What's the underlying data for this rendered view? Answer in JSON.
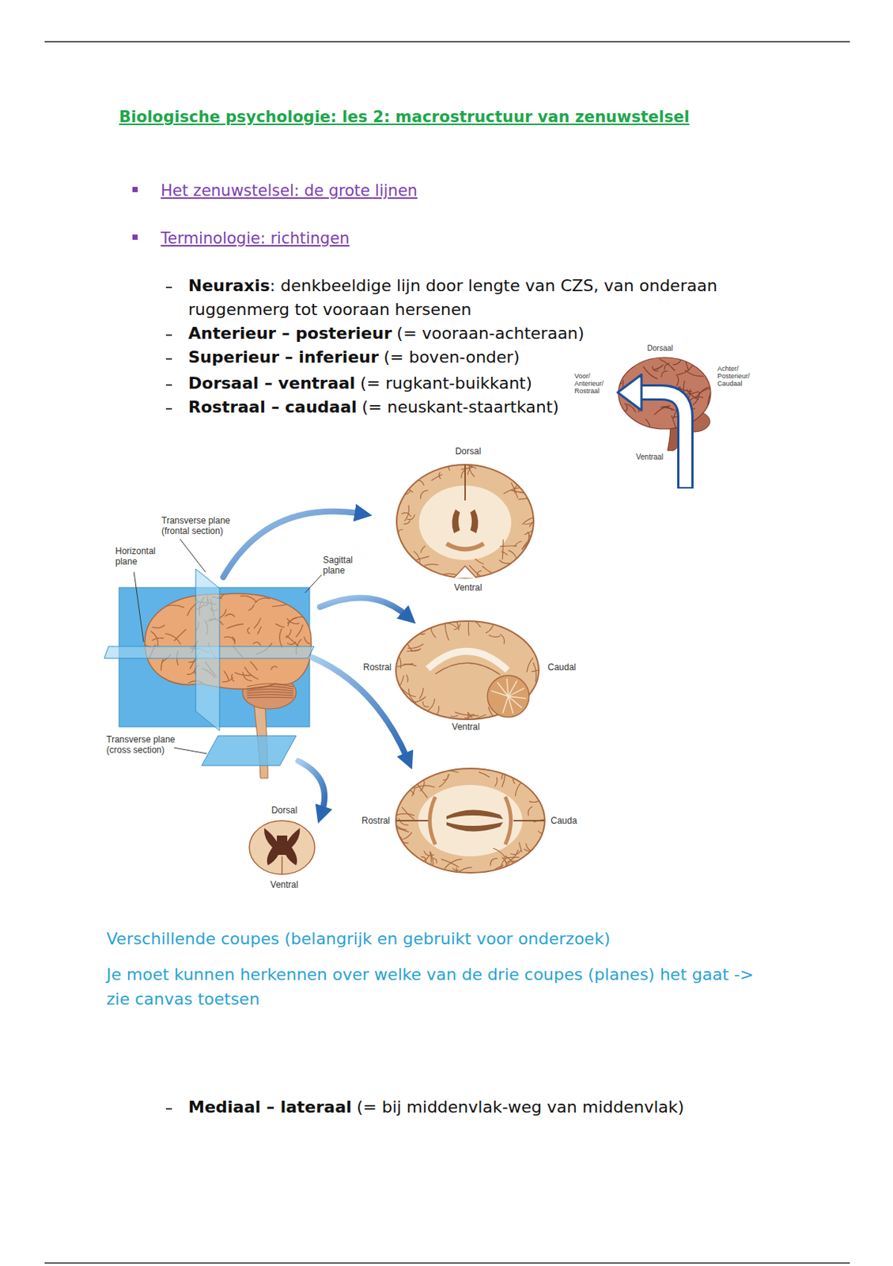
{
  "diagram": {
    "title": "Biologische psychologie: les 2: macrostructuur van zenuwstelsel",
    "labels": [
      "Het zenuwstelsel: de grote lijnen",
      "Terminologie: richtingen",
      "Neuraxis",
      ": denkbeeldige lijn door lengte van CZS, van onderaan ruggenmerg tot vooraan hersenen",
      "Anterieur – posterieur",
      "(= vooraan-achteraan)",
      "Superieur – inferieur",
      "(= boven-onder)",
      "Dorsaal – ventraal",
      "(= rugkant-buikkant)",
      "Rostraal – caudaal",
      "(= neuskant-staartkant)",
      "Dorsaal",
      "Voor/ Anterieur/ Rostraal",
      "Achter/ Posterieur/ Caudaal",
      "Ventraal",
      "Dorsal",
      "Transverse plane (frontal section)",
      "Horizontal plane",
      "Sagittal plane",
      "Ventral",
      "Rostral",
      "Caudal",
      "Ventral",
      "Transverse plane (cross section)",
      "Dorsal",
      "Rostral",
      "Cauda",
      "Ventral",
      "Verschillende coupes (belangrijk en gebruikt voor onderzoek)",
      "Je moet kunnen herkennen over welke van de drie coupes (planes) het gaat -> zie canvas toetsen",
      "Mediaal – lateraal",
      "(= bij middenvlak-weg van middenvlak)"
    ]
  }
}
